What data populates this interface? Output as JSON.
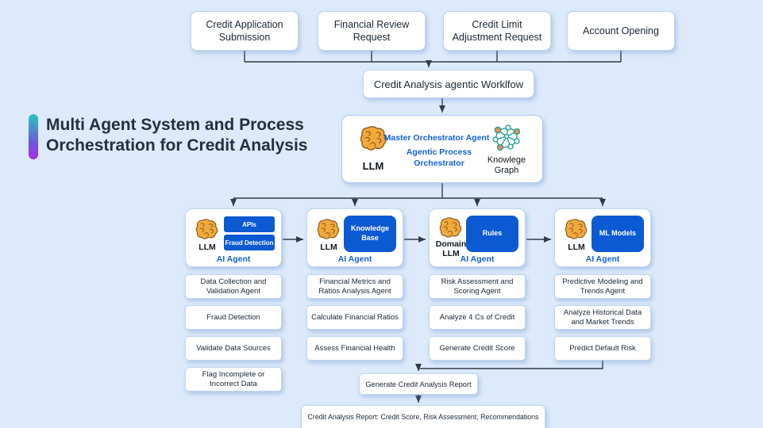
{
  "title": {
    "line1": "Multi Agent System and Process",
    "line2": "Orchestration for Credit Analysis"
  },
  "colors": {
    "background": "#dceafb",
    "accent_blue": "#0b5ad3",
    "link_blue": "#1160d9",
    "line_dark": "#333b47",
    "gradient_teal": "#2cc3bd",
    "gradient_purple": "#a62ef0"
  },
  "icons": {
    "llm": "brain-icon",
    "knowledge_graph": "knowledge-graph-icon"
  },
  "request_types": [
    "Credit Application Submission",
    "Financial Review Request",
    "Credit Limit Adjustment Request",
    "Account Opening"
  ],
  "workflow_label": "Credit Analysis agentic Worklfow",
  "orchestrator": {
    "llm_label": "LLM",
    "title": "Master Orchestrator Agent",
    "subtitle": "Agentic Process Orchestrator",
    "knowledge_graph_label": "Knowlege Graph"
  },
  "agents": [
    {
      "llm_label": "LLM",
      "tools": [
        "APIs",
        "Fraud Detection"
      ],
      "role": "AI Agent",
      "tasks": [
        "Data Collection and Validation Agent",
        "Fraud Detection",
        "Validate Data Sources",
        "Flag Incomplete or Incorrect Data"
      ]
    },
    {
      "llm_label": "LLM",
      "tools": [
        "Knowledge Base"
      ],
      "role": "AI Agent",
      "tasks": [
        "Financial Metrics and Ratios Analysis Agent",
        "Calculate Financial Ratios",
        "Assess Financial Health"
      ]
    },
    {
      "llm_label": "Domain LLM",
      "tools": [
        "Rules"
      ],
      "role": "AI Agent",
      "tasks": [
        "Risk Assessment and Scoring Agent",
        "Analyze 4 Cs of Credit",
        "Generate Credit Score"
      ]
    },
    {
      "llm_label": "LLM",
      "tools": [
        "ML Models"
      ],
      "role": "AI Agent",
      "tasks": [
        "Predictive Modeling and Trends Agent",
        "Analyze Historical Data and Market Trends",
        "Predict Default Risk"
      ]
    }
  ],
  "report_flow": {
    "generate": "Generate Credit Analysis Report",
    "report": "Credit Analysis Report: Credit Score, Risk Assessment, Recommendations"
  }
}
